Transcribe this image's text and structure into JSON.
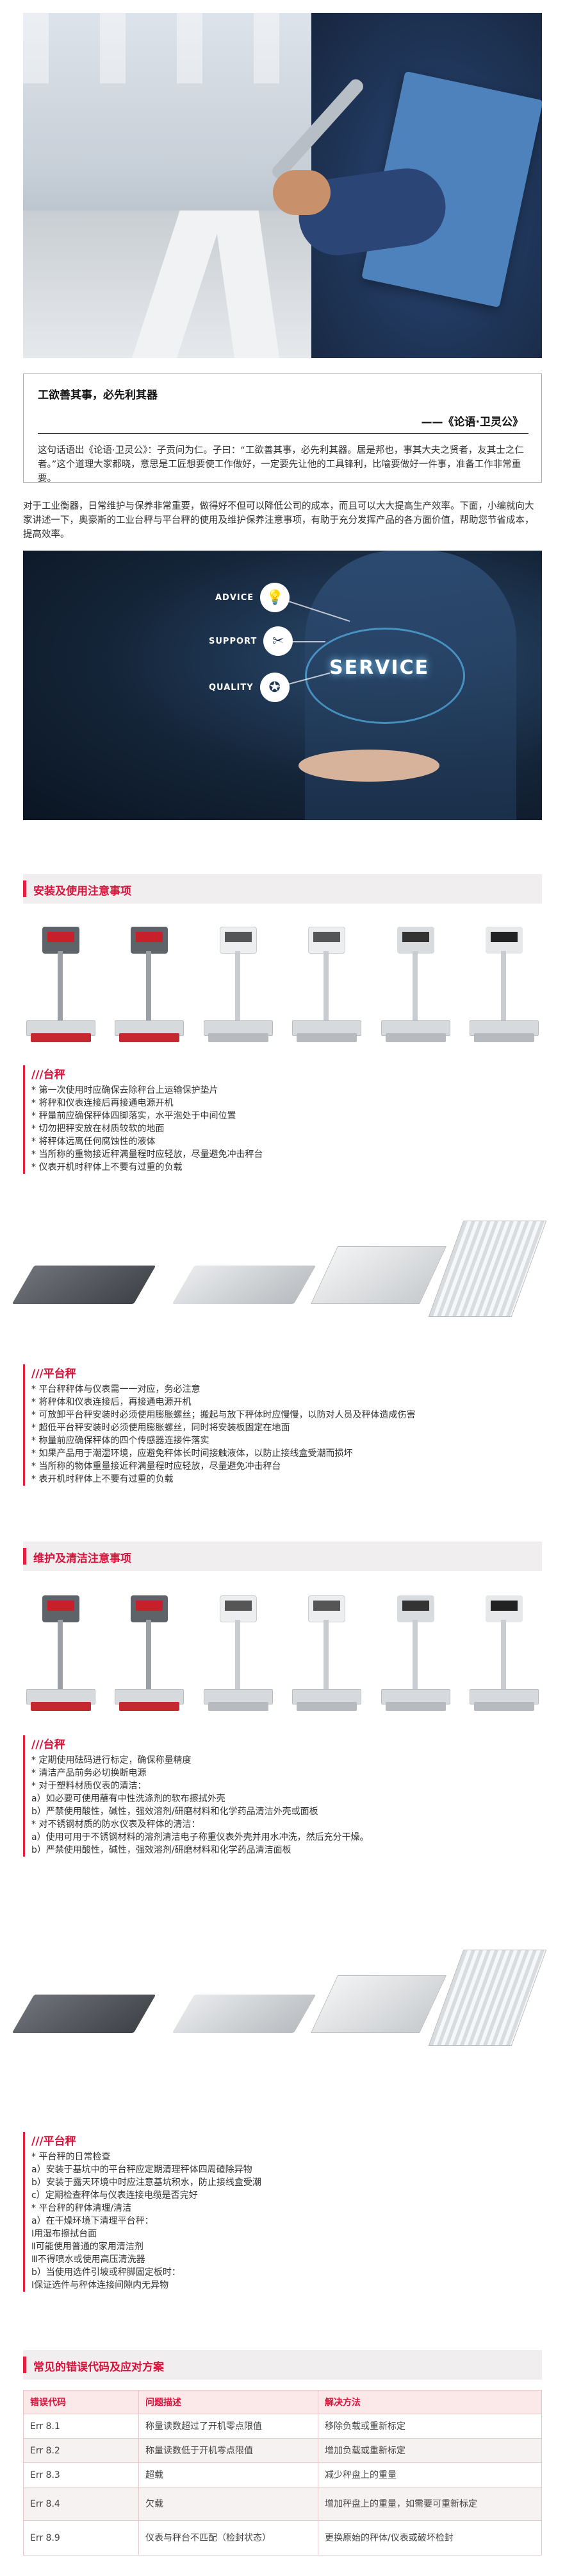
{
  "quote": {
    "title": "工欲善其事，必先利其器",
    "source": "——《论语·卫灵公》",
    "body": "这句话语出《论语·卫灵公》：子贡问为仁。子曰：“工欲善其事，必先利其器。居是邦也，事其大夫之贤者，友其士之仁者。”这个道理大家都晓，意思是工匠想要使工作做好，一定要先让他的工具锋利，比喻要做好一件事，准备工作非常重要。"
  },
  "intro": "对于工业衡器，日常维护与保养非常重要，做得好不但可以降低公司的成本，而且可以大大提高生产效率。下面，小编就向大家讲述一下，奥豪斯的工业台秤与平台秤的使用及维护保养注意事项，有助于充分发挥产品的各方面价值，帮助您节省成本，提高效率。",
  "service": {
    "word": "SERVICE",
    "items": [
      {
        "label": "ADVICE",
        "icon": "lightbulb-icon",
        "glyph": "💡"
      },
      {
        "label": "SUPPORT",
        "icon": "tools-icon",
        "glyph": "✂"
      },
      {
        "label": "QUALITY",
        "icon": "award-icon",
        "glyph": "✪"
      }
    ]
  },
  "sections": {
    "install": "安装及使用注意事项",
    "maintain": "维护及清洁注意事项",
    "errors": "常见的错误代码及应对方案"
  },
  "install_bench": {
    "heading": "///台秤",
    "lines": [
      "* 第一次使用时应确保去除秤台上运输保护垫片",
      "* 将秤和仪表连接后再接通电源开机",
      "* 秤量前应确保秤体四脚落实，水平泡处于中间位置",
      "* 切勿把秤安放在材质较软的地面",
      "* 将秤体远离任何腐蚀性的液体",
      "* 当所称的重物接近秤满量程时应轻放，尽量避免冲击秤台",
      "* 仪表开机时秤体上不要有过重的负载"
    ]
  },
  "install_floor": {
    "heading": "///平台秤",
    "lines": [
      "* 平台秤秤体与仪表需一一对应，务必注意",
      "* 将秤体和仪表连接后，再接通电源开机",
      "* 可放卸平台秤安装时必须使用膨胀螺丝；搬起与放下秤体时应慢慢，以防对人员及秤体造成伤害",
      "* 超低平台秤安装时必须使用膨胀螺丝，同时将安装板固定在地面",
      "* 称量前应确保秤体的四个传感器连接件落实",
      "* 如果产品用于潮湿环境，应避免秤体长时间接触液体，以防止接线盒受潮而损坏",
      "* 当所称的物体重量接近秤满量程时应轻放，尽量避免冲击秤台",
      "* 表开机时秤体上不要有过重的负载"
    ]
  },
  "maintain_bench": {
    "heading": "///台秤",
    "lines": [
      "* 定期使用砝码进行标定，确保称量精度",
      "* 清洁产品前务必切换断电源",
      "* 对于塑料材质仪表的清洁：",
      "a）如必要可使用蘸有中性洗涤剂的软布擦拭外壳",
      "b）严禁使用酸性，碱性，强效溶剂/研磨材料和化学药品清洁外壳或面板",
      "* 对不锈钢材质的防水仪表及秤体的清洁：",
      "a）使用可用于不锈钢材料的溶剂清洁电子称重仪表外壳并用水冲洗，然后充分干燥。",
      "b）严禁使用酸性，碱性，强效溶剂/研磨材料和化学药品清洁面板"
    ]
  },
  "maintain_floor": {
    "heading": "///平台秤",
    "lines": [
      "* 平台秤的日常检查",
      "a）安装于基坑中的平台秤应定期清理秤体四周碴除异物",
      "b）安装于露天环境中时应注意基坑积水，防止接线盒受潮",
      "c）定期检查秤体与仪表连接电缆是否完好",
      "* 平台秤的秤体清理/清洁",
      "a）在干燥环境下清理平台秤：",
      "Ⅰ用湿布擦拭台面",
      "Ⅱ可能使用普通的家用清洁剂",
      "Ⅲ不得喷水或使用高压清洗器",
      "b）当使用选件引坡或秤脚固定板时：",
      "Ⅰ保证选件与秤体连接间隙内无异物"
    ]
  },
  "errors": {
    "headers": [
      "错误代码",
      "问题描述",
      "解决方法"
    ],
    "rows": [
      [
        "Err 8.1",
        "称量读数超过了开机零点限值",
        "移除负载或重新标定"
      ],
      [
        "Err 8.2",
        "称量读数低于开机零点限值",
        "增加负载或重新标定"
      ],
      [
        "Err 8.3",
        "超载",
        "减少秤盘上的重量"
      ],
      [
        "Err 8.4",
        "欠载",
        "增加秤盘上的重量，如需要可重新标定"
      ],
      [
        "Err 8.9",
        "仪表与秤台不匹配（检封状态）",
        "更换原始的秤体/仪表或破坏检封"
      ]
    ]
  },
  "colors": {
    "accent": "#d8123a",
    "header_bg": "#f0eeee"
  }
}
